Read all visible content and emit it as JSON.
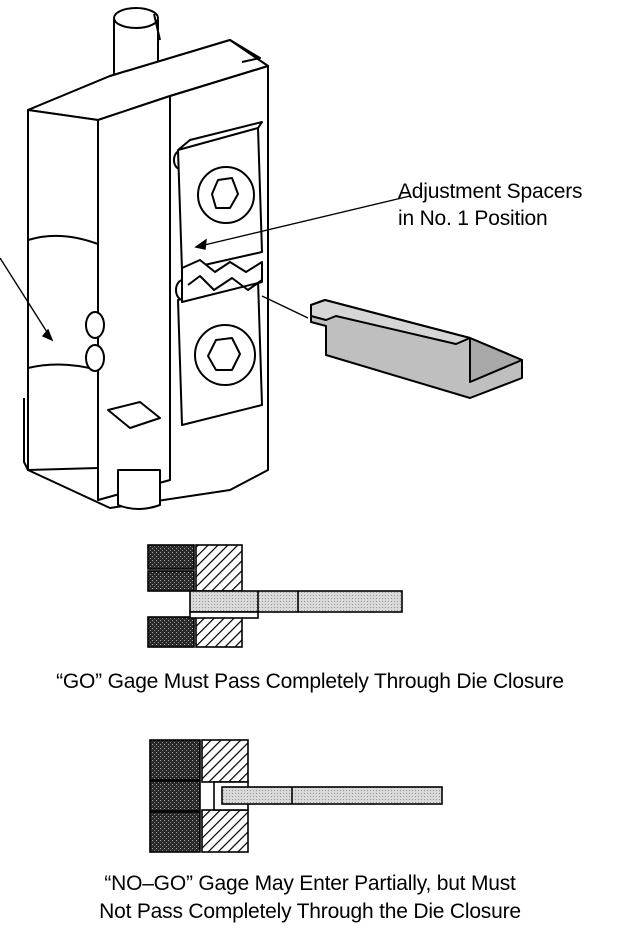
{
  "callout": {
    "line1": "Adjustment Spacers",
    "line2": "in No. 1 Position"
  },
  "captions": {
    "go": "“GO” Gage Must Pass Completely Through Die Closure",
    "nogo_line1": "“NO–GO” Gage May Enter Partially, but Must",
    "nogo_line2": "Not Pass Completely Through the Die Closure"
  }
}
